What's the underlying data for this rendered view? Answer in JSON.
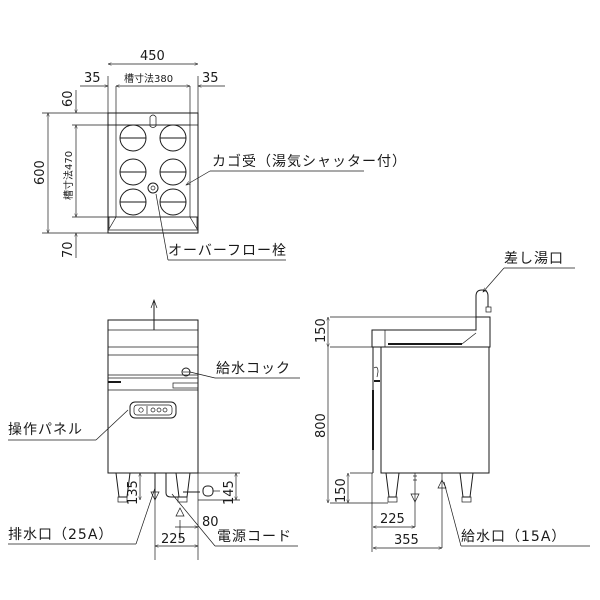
{
  "drawing": {
    "type": "dimensioned product drawing",
    "views": [
      "top-view",
      "front-view",
      "side-view"
    ],
    "line_color": "#1a1a1a",
    "background_color": "#ffffff"
  },
  "top_view": {
    "dims": {
      "overall_width": "450",
      "left_margin": "35",
      "tank_width": "槽寸法380",
      "right_margin": "35",
      "back_margin": "60",
      "overall_depth": "600",
      "tank_depth": "槽寸法470",
      "front_margin": "70"
    },
    "labels": {
      "basket_holder": "カゴ受（湯気シャッター付）",
      "overflow_plug": "オーバーフロー栓"
    }
  },
  "front_view": {
    "labels": {
      "water_cock": "給水コック",
      "control_panel": "操作パネル",
      "drain_outlet": "排水口（25A）",
      "power_cord": "電源コード"
    },
    "dims": {
      "drain_height": "135",
      "cord_height": "145",
      "cord_offset": "80",
      "drain_offset": "225"
    }
  },
  "side_view": {
    "labels": {
      "hot_water_inlet": "差し湯口",
      "water_inlet": "給水口（15A）"
    },
    "dims": {
      "top_height": "150",
      "body_height": "800",
      "leg_height": "150",
      "drain_depth": "225",
      "inlet_depth": "355"
    }
  }
}
